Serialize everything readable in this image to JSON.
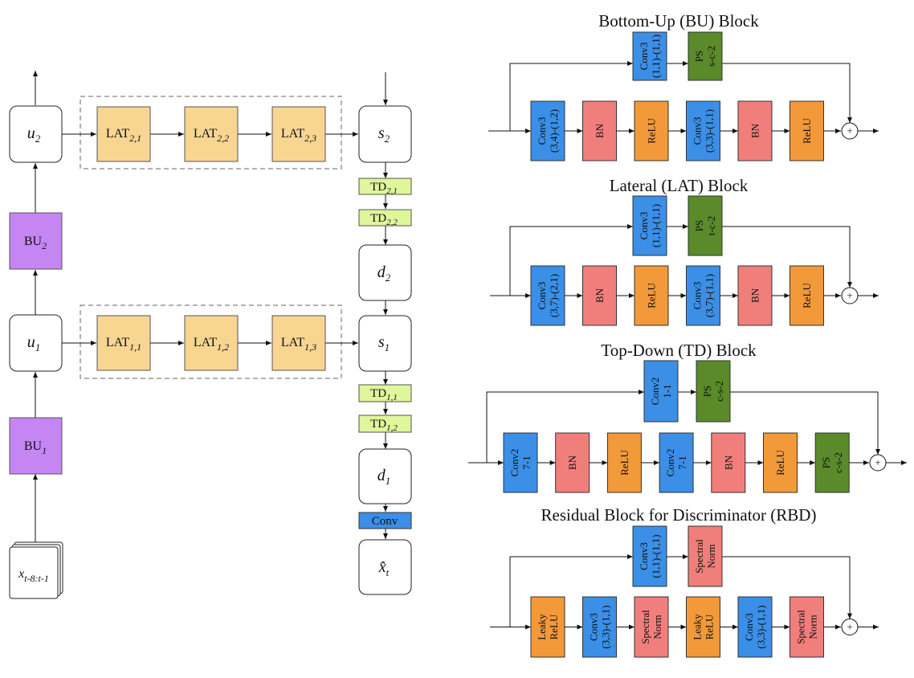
{
  "left": {
    "u2": {
      "main": "u",
      "sub": "2"
    },
    "u1": {
      "main": "u",
      "sub": "1"
    },
    "bu2": {
      "main": "BU",
      "sub": "2"
    },
    "bu1": {
      "main": "BU",
      "sub": "1"
    },
    "input": {
      "main": "x",
      "sub": "t-8:t-1"
    },
    "lat_row2": [
      {
        "main": "LAT",
        "sub": "2,1"
      },
      {
        "main": "LAT",
        "sub": "2,2"
      },
      {
        "main": "LAT",
        "sub": "2,3"
      }
    ],
    "lat_row1": [
      {
        "main": "LAT",
        "sub": "1,1"
      },
      {
        "main": "LAT",
        "sub": "1,2"
      },
      {
        "main": "LAT",
        "sub": "1,3"
      }
    ],
    "s2": {
      "main": "s",
      "sub": "2"
    },
    "s1": {
      "main": "s",
      "sub": "1"
    },
    "td21": {
      "main": "TD",
      "sub": "2,1"
    },
    "td22": {
      "main": "TD",
      "sub": "2,2"
    },
    "td11": {
      "main": "TD",
      "sub": "1,1"
    },
    "td12": {
      "main": "TD",
      "sub": "1,2"
    },
    "d2": {
      "main": "d",
      "sub": "2"
    },
    "d1": {
      "main": "d",
      "sub": "1"
    },
    "conv": "Conv",
    "output": {
      "main": "x̂",
      "sub": "t"
    }
  },
  "blocks": [
    {
      "id": "bu",
      "title": "Bottom-Up (BU) Block",
      "skip": [
        {
          "type": "conv",
          "lines": [
            "Conv3",
            "(1,1)-(1,1)"
          ]
        },
        {
          "type": "ps",
          "lines": [
            "PS",
            "s-c-2"
          ]
        }
      ],
      "main": [
        {
          "type": "conv",
          "lines": [
            "Conv3",
            "(3,4)-(1,2)"
          ]
        },
        {
          "type": "bn",
          "lines": [
            "BN"
          ]
        },
        {
          "type": "relu",
          "lines": [
            "ReLU"
          ]
        },
        {
          "type": "conv",
          "lines": [
            "Conv3",
            "(3,3)-(1,1)"
          ]
        },
        {
          "type": "bn",
          "lines": [
            "BN"
          ]
        },
        {
          "type": "relu",
          "lines": [
            "ReLU"
          ]
        }
      ]
    },
    {
      "id": "lat",
      "title": "Lateral (LAT) Block",
      "skip": [
        {
          "type": "conv",
          "lines": [
            "Conv3",
            "(1,1)-(1,1)"
          ]
        },
        {
          "type": "ps",
          "lines": [
            "PS",
            "t-c-2"
          ]
        }
      ],
      "main": [
        {
          "type": "conv",
          "lines": [
            "Conv3",
            "(3,7)-(2,1)"
          ]
        },
        {
          "type": "bn",
          "lines": [
            "BN"
          ]
        },
        {
          "type": "relu",
          "lines": [
            "ReLU"
          ]
        },
        {
          "type": "conv",
          "lines": [
            "Conv3",
            "(3,7)-(1,1)"
          ]
        },
        {
          "type": "bn",
          "lines": [
            "BN"
          ]
        },
        {
          "type": "relu",
          "lines": [
            "ReLU"
          ]
        }
      ]
    },
    {
      "id": "td",
      "title": "Top-Down (TD) Block",
      "skip": [
        {
          "type": "conv",
          "lines": [
            "Conv2",
            "1-1"
          ]
        },
        {
          "type": "ps",
          "lines": [
            "PS",
            "c-s-2"
          ]
        }
      ],
      "main": [
        {
          "type": "conv",
          "lines": [
            "Conv2",
            "7-1"
          ]
        },
        {
          "type": "bn",
          "lines": [
            "BN"
          ]
        },
        {
          "type": "relu",
          "lines": [
            "ReLU"
          ]
        },
        {
          "type": "conv",
          "lines": [
            "Conv2",
            "7-1"
          ]
        },
        {
          "type": "bn",
          "lines": [
            "BN"
          ]
        },
        {
          "type": "relu",
          "lines": [
            "ReLU"
          ]
        },
        {
          "type": "ps",
          "lines": [
            "PS",
            "c-s-2"
          ]
        }
      ]
    },
    {
      "id": "rbd",
      "title": "Residual Block for Discriminator (RBD)",
      "skip": [
        {
          "type": "conv",
          "lines": [
            "Conv3",
            "(1,1)-(1,1)"
          ]
        },
        {
          "type": "bn",
          "lines": [
            "Spectral",
            "Norm"
          ]
        }
      ],
      "main": [
        {
          "type": "relu",
          "lines": [
            "Leaky",
            "ReLU"
          ]
        },
        {
          "type": "conv",
          "lines": [
            "Conv3",
            "(3,3)-(1,1)"
          ]
        },
        {
          "type": "bn",
          "lines": [
            "Spectral",
            "Norm"
          ]
        },
        {
          "type": "relu",
          "lines": [
            "Leaky",
            "ReLU"
          ]
        },
        {
          "type": "conv",
          "lines": [
            "Conv3",
            "(3,3)-(1,1)"
          ]
        },
        {
          "type": "bn",
          "lines": [
            "Spectral",
            "Norm"
          ]
        }
      ]
    }
  ],
  "adder_symbol": "+",
  "colors": {
    "bu": "#c586f4",
    "lat": "#f9d592",
    "td": "#dff69a",
    "conv": "#3b8fe7",
    "bn": "#f07f7b",
    "relu": "#f2993a",
    "ps": "#5a8a2a"
  }
}
